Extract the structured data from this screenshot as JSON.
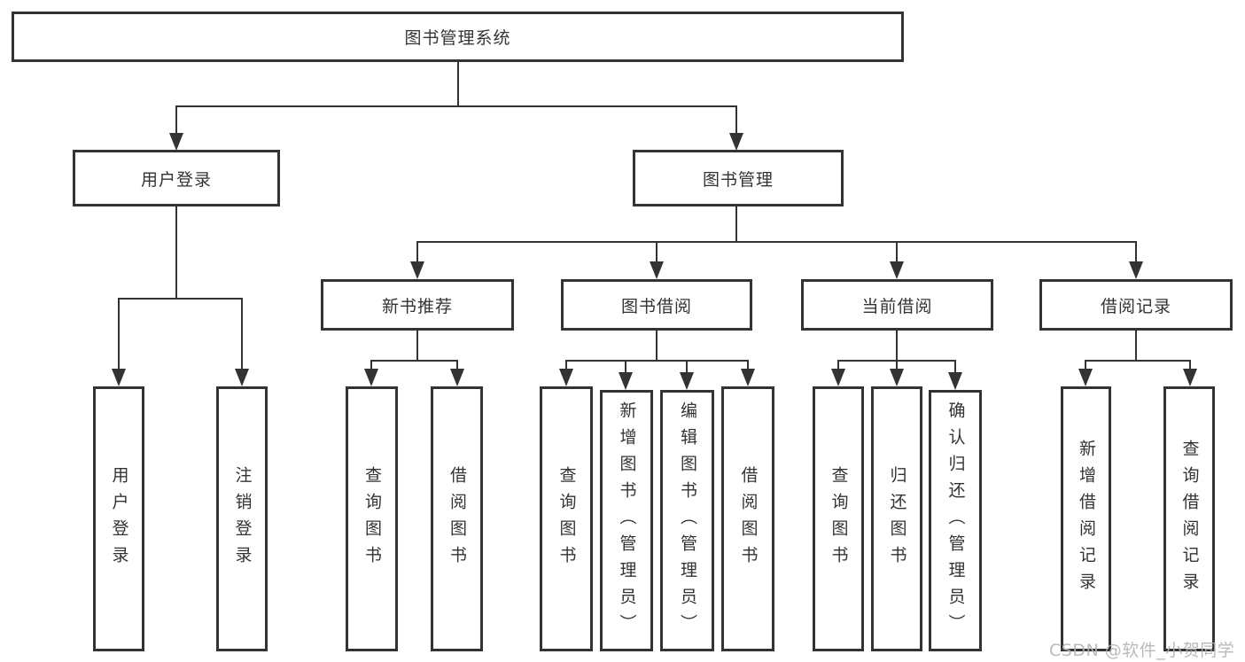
{
  "diagram": {
    "title": "图书管理系统",
    "root": {
      "label": "图书管理系统"
    },
    "level2": [
      {
        "label": "用户登录"
      },
      {
        "label": "图书管理"
      }
    ],
    "level3": [
      {
        "label": "新书推荐"
      },
      {
        "label": "图书借阅"
      },
      {
        "label": "当前借阅"
      },
      {
        "label": "借阅记录"
      }
    ],
    "leaves": {
      "user_login": [
        {
          "label": "用户登录"
        },
        {
          "label": "注销登录"
        }
      ],
      "new_book": [
        {
          "label": "查询图书"
        },
        {
          "label": "借阅图书"
        }
      ],
      "borrow": [
        {
          "label": "查询图书"
        },
        {
          "label": "新增图书（管理员）"
        },
        {
          "label": "编辑图书（管理员）"
        },
        {
          "label": "借阅图书"
        }
      ],
      "current": [
        {
          "label": "查询图书"
        },
        {
          "label": "归还图书"
        },
        {
          "label": "确认归还（管理员）"
        }
      ],
      "records": [
        {
          "label": "新增借阅记录"
        },
        {
          "label": "查询借阅记录"
        }
      ]
    },
    "watermark": "CSDN @软件_小贺同学",
    "colors": {
      "line": "#333333",
      "text": "#333333",
      "watermark": "#b3b3b3",
      "background": "#ffffff"
    }
  }
}
